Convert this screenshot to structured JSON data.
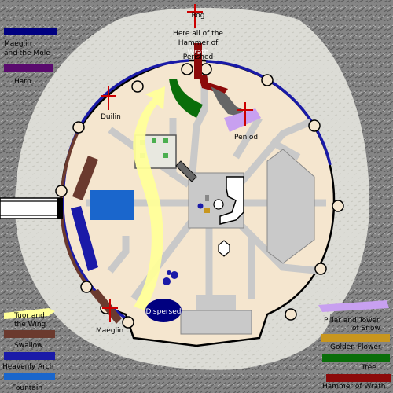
{
  "legend_left": [
    {
      "label_lines": [
        "Maeglin",
        "and the Mole"
      ],
      "color": "#000080"
    },
    {
      "label_lines": [
        "Harp"
      ],
      "color": "#5a0a6e"
    },
    {
      "label_lines": [
        "Tuor and",
        "the Wing"
      ],
      "color": "#ffff99"
    },
    {
      "label_lines": [
        "Swallow"
      ],
      "color": "#6b3a2e"
    },
    {
      "label_lines": [
        "Heavenly Arch"
      ],
      "color": "#1a1aa8"
    },
    {
      "label_lines": [
        "Fountain"
      ],
      "color": "#1a66cc"
    }
  ],
  "legend_right": [
    {
      "label_lines": [
        "Pillar and Tower",
        "of Snow"
      ],
      "color": "#c8a0f0"
    },
    {
      "label_lines": [
        "Golden Flower"
      ],
      "color": "#c8961e"
    },
    {
      "label_lines": [
        "Tree"
      ],
      "color": "#0a6e0a"
    },
    {
      "label_lines": [
        "Hammer of Wrath"
      ],
      "color": "#8c0a0a"
    }
  ],
  "places": {
    "rog_lines": [
      "Rog",
      "Here all of the",
      "Hammer of",
      "Wrath",
      "Perished"
    ],
    "duilin": "Duilin",
    "penlod": "Penlod",
    "maeglin": "Maeglin",
    "dispersed": "Dispersed"
  }
}
